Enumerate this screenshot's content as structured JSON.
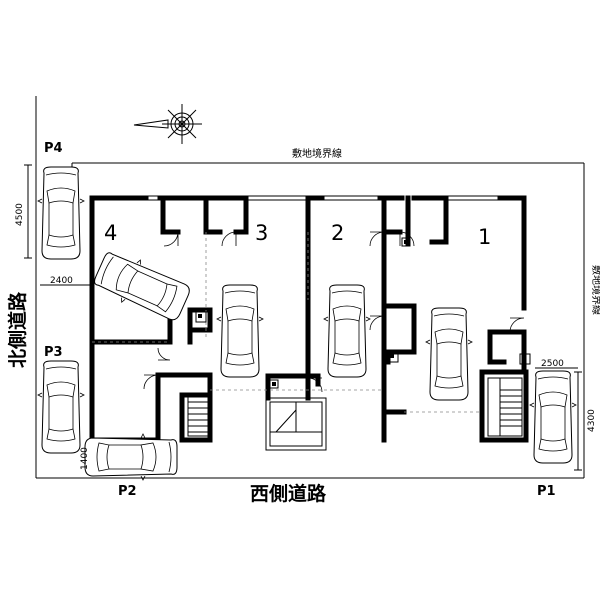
{
  "labels": {
    "road_north": "北側道路",
    "road_west": "西側道路",
    "boundary_top": "敷地境界線",
    "boundary_right": "敷地境界線",
    "units": [
      "1",
      "2",
      "3",
      "4"
    ],
    "parking": [
      "P1",
      "P2",
      "P3",
      "P4"
    ],
    "dims": [
      "4500",
      "2400",
      "1400",
      "2500",
      "4300"
    ]
  }
}
